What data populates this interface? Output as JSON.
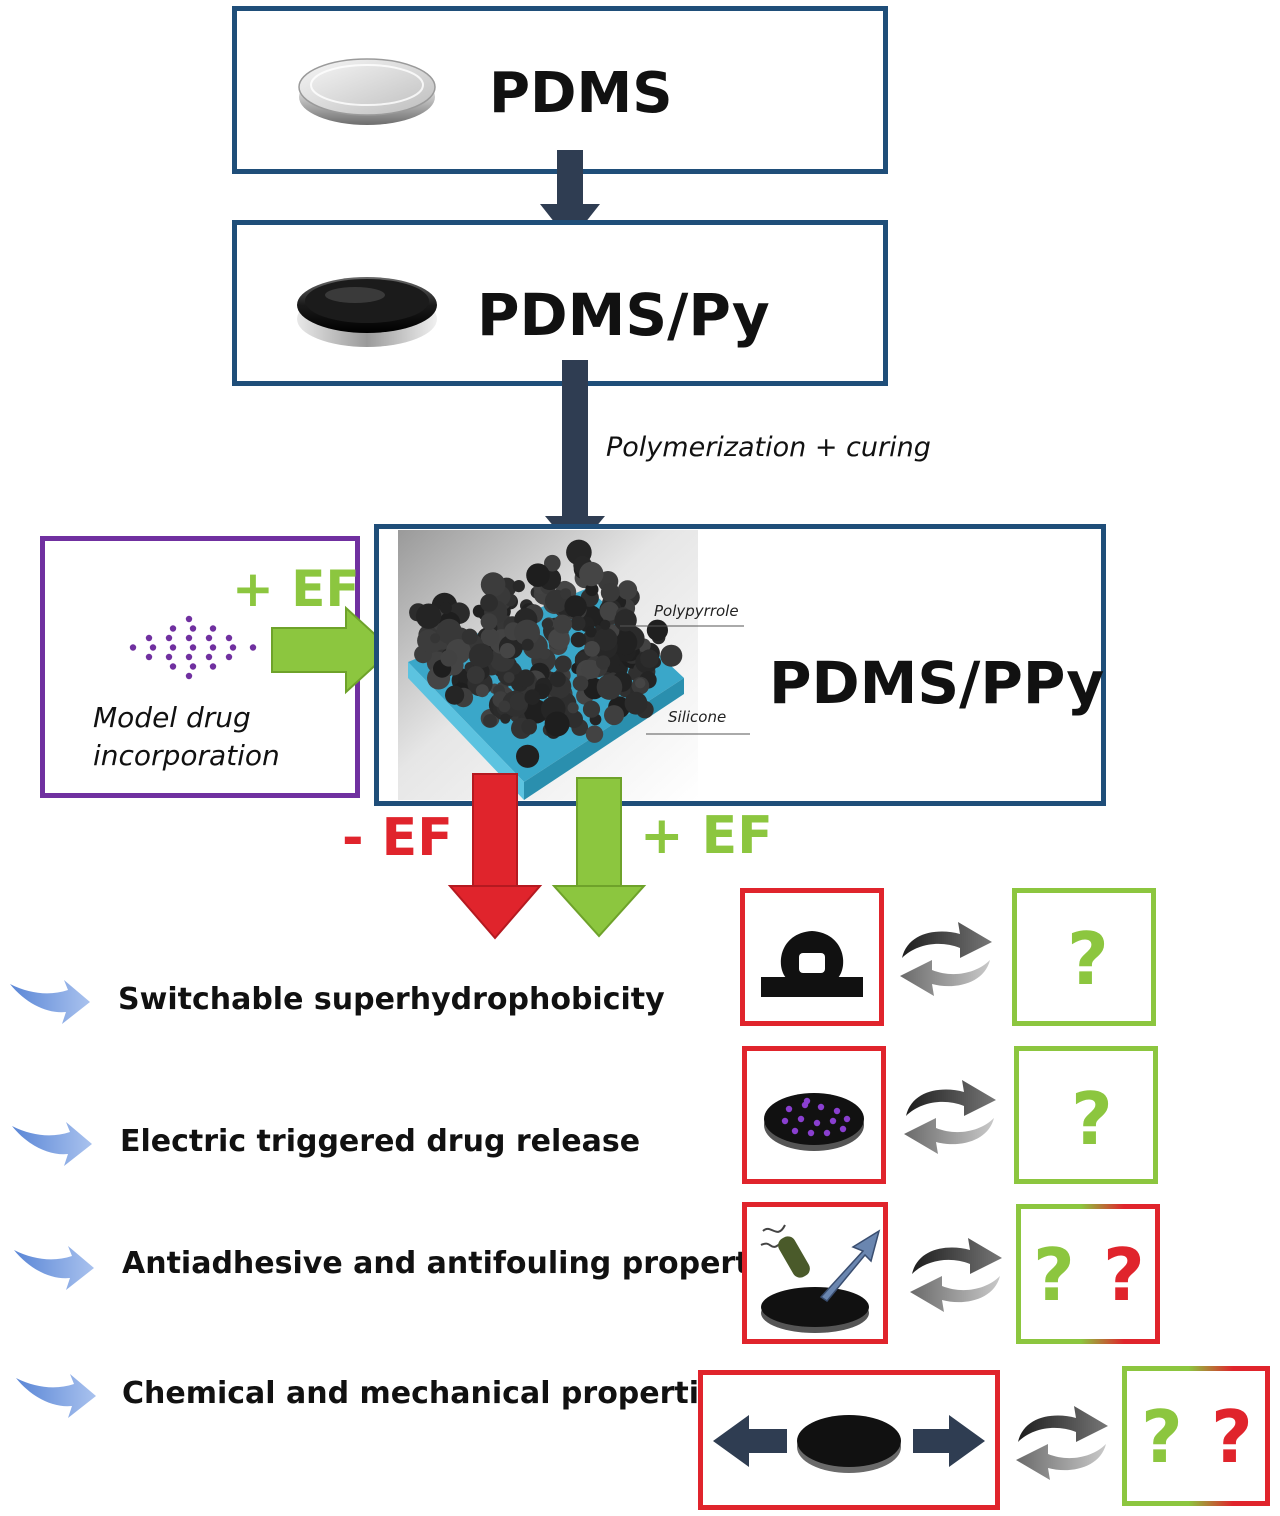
{
  "stages": {
    "pdms": "PDMS",
    "pdms_py": "PDMS/Py",
    "pdms_ppy": "PDMS/PPy"
  },
  "process_label": "Polymerization + curing",
  "drug_box": {
    "label_line1": "Model drug",
    "label_line2": "incorporation",
    "ef_label": "+ EF"
  },
  "render_labels": {
    "top_layer": "Polypyrrole",
    "bottom_layer": "Silicone"
  },
  "ef_minus": "- EF",
  "ef_plus": "+ EF",
  "properties": [
    {
      "label": "Switchable superhydrophobicity",
      "icon": "water-droplet-icon",
      "outcome": [
        "?"
      ],
      "outcome_colors": [
        "#8cc63f"
      ]
    },
    {
      "label": "Electric triggered drug release",
      "icon": "drug-loaded-disc-icon",
      "outcome": [
        "?"
      ],
      "outcome_colors": [
        "#8cc63f"
      ]
    },
    {
      "label": "Antiadhesive and antifouling properties",
      "icon": "bacteria-on-disc-icon",
      "outcome": [
        "?",
        "?"
      ],
      "outcome_colors": [
        "#8cc63f",
        "#e0242c"
      ]
    },
    {
      "label": "Chemical and mechanical properties",
      "icon": "stretched-disc-icon",
      "outcome": [
        "?",
        "?"
      ],
      "outcome_colors": [
        "#8cc63f",
        "#e0242c"
      ]
    }
  ],
  "colors": {
    "box_blue": "#1f4e79",
    "box_purple": "#7030a0",
    "box_red": "#e0242c",
    "box_green": "#8cc63f",
    "arrow_dark": "#2f3d52",
    "ef_red": "#e0242c",
    "ef_green": "#8cc63f",
    "bullet_arrow": "#8aa9e0"
  }
}
